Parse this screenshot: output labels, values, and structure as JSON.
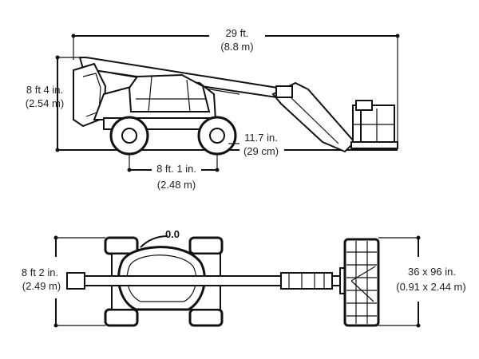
{
  "side_view": {
    "overall_length": {
      "value": "29 ft.",
      "metric": "(8.8 m)"
    },
    "stowed_height": {
      "value": "8 ft 4 in.",
      "metric": "(2.54 m)"
    },
    "ground_clearance": {
      "value": "11.7 in.",
      "metric": "(29 cm)"
    },
    "wheelbase": {
      "value": "8 ft. 1 in.",
      "metric": "(2.48 m)"
    }
  },
  "top_view": {
    "turning_label": "0.0",
    "overall_width": {
      "value": "8 ft 2 in.",
      "metric": "(2.49 m)"
    },
    "platform_size": {
      "value": "36 x 96 in.",
      "metric": "(0.91 x 2.44 m)"
    }
  }
}
